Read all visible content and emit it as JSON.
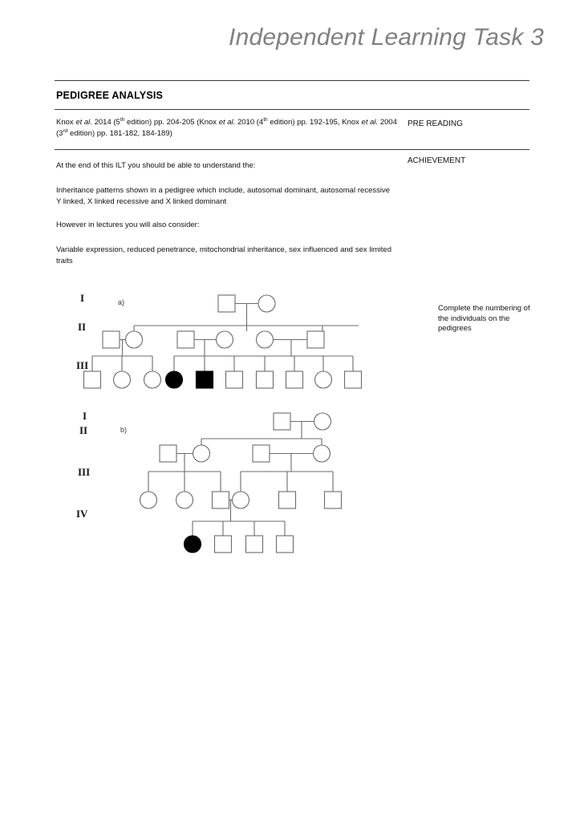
{
  "header": {
    "title": "Independent Learning Task 3",
    "section_heading": "PEDIGREE ANALYSIS"
  },
  "citation": {
    "line1_a": "Knox ",
    "line1_b": "et al.",
    "line1_c": " 2014 (5",
    "line1_sup1": "th",
    "line1_d": " edition) pp. 204-205 (Knox ",
    "line1_e": "et al.",
    "line1_f": " 2010 (4",
    "line1_sup2": "th",
    "line1_g": " edition) pp. 192-195,",
    "line2_a": "Knox ",
    "line2_b": "et al.",
    "line2_c": " 2004 (3",
    "line2_sup": "rd",
    "line2_d": " edition) pp. 181-182, 184-189)",
    "full_text": "Knox et al. 2014 (5th edition) pp. 204-205 (Knox et al. 2010 (4th edition) pp. 192-195, Knox et al. 2004 (3rd edition) pp. 181-182, 184-189)"
  },
  "labels": {
    "pre_reading": "PRE READING",
    "achievement": "ACHIEVEMENT"
  },
  "paragraphs": {
    "intro": "At the end of this ILT you should be able to understand the:",
    "p1": "Inheritance patterns shown in a pedigree which include, autosomal dominant, autosomal recessive Y linked, X linked recessive and X linked dominant",
    "p2": "However in lectures you will also consider:",
    "p3": "Variable expression, reduced penetrance, mitochondrial inheritance, sex influenced and sex limited traits",
    "side_note": "Complete the numbering of the individuals on the pedigrees"
  },
  "pedigree_a": {
    "panel_label": "a)",
    "generations": [
      "I",
      "II",
      "III"
    ],
    "gen1_count": 2,
    "gen2_count": 6,
    "gen3_count": 10,
    "gen3_symbols": [
      "square",
      "circle",
      "circle",
      "circle-filled",
      "square-filled",
      "square",
      "square",
      "square",
      "circle",
      "square"
    ],
    "affected_count": 2
  },
  "pedigree_b": {
    "panel_label": "b)",
    "generations": [
      "I",
      "II",
      "III",
      "IV"
    ],
    "gen1_count": 2,
    "gen2_count": 4,
    "gen3_count": 6,
    "gen4_count": 4,
    "gen4_symbols": [
      "circle-filled",
      "square",
      "square",
      "square"
    ],
    "affected_count": 1
  },
  "colors": {
    "title_gray": "#808080",
    "rule": "#3a3a3a",
    "symbol_stroke": "#6b6b6b",
    "symbol_fill_affected": "#000000",
    "line": "#6b6b6b",
    "text": "#111111"
  }
}
